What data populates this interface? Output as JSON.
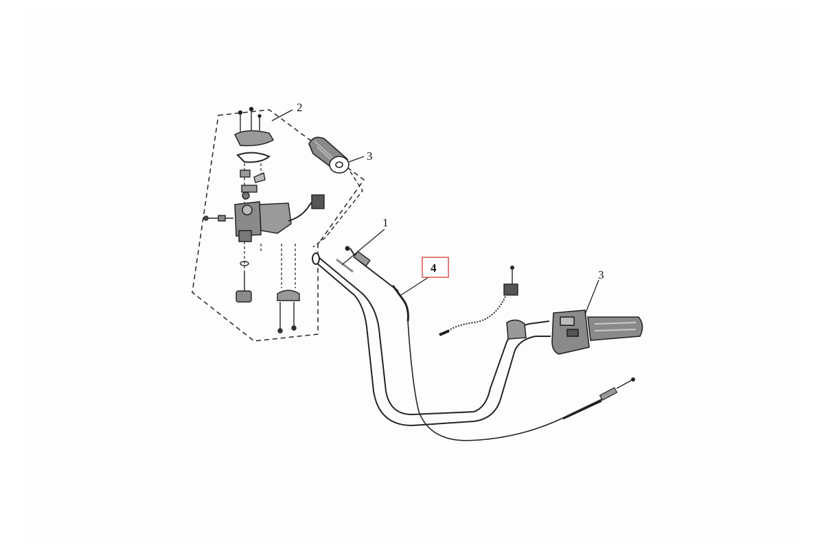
{
  "diagram": {
    "callouts": [
      {
        "id": "c1",
        "label": "1"
      },
      {
        "id": "c2",
        "label": "2"
      },
      {
        "id": "c3a",
        "label": "3"
      },
      {
        "id": "c3b",
        "label": "3"
      },
      {
        "id": "c4",
        "label": "4",
        "highlighted": true
      }
    ],
    "colors": {
      "line": "#1a1a1a",
      "part_fill": "#9a9a9a",
      "highlight_box": "#d9534f",
      "panel_bg": "#fdfdfd"
    }
  }
}
